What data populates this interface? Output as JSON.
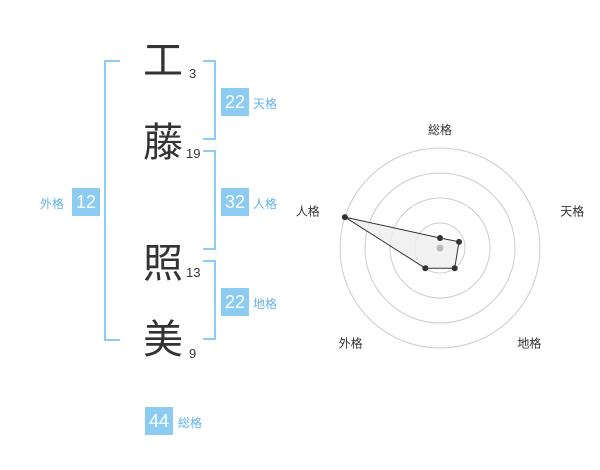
{
  "name": {
    "characters": [
      {
        "char": "工",
        "strokes": "3"
      },
      {
        "char": "藤",
        "strokes": "19"
      },
      {
        "char": "照",
        "strokes": "13"
      },
      {
        "char": "美",
        "strokes": "9"
      }
    ]
  },
  "fortunes": {
    "tenkaku": {
      "label": "天格",
      "value": "22"
    },
    "jinkaku": {
      "label": "人格",
      "value": "32"
    },
    "chikaku": {
      "label": "地格",
      "value": "22"
    },
    "gaikaku": {
      "label": "外格",
      "value": "12"
    },
    "soukaku": {
      "label": "総格",
      "value": "44"
    }
  },
  "radar": {
    "axes": [
      "総格",
      "天格",
      "地格",
      "外格",
      "人格"
    ],
    "values": [
      0.1,
      0.2,
      0.25,
      0.25,
      1.0
    ],
    "colors": {
      "ring": "#cccccc",
      "fill": "#eeeeee",
      "line": "#333333",
      "point": "#333333",
      "center": "#bbbbbb"
    }
  },
  "colors": {
    "accent": "#8dccf2",
    "accent_text": "#62b2e8"
  }
}
